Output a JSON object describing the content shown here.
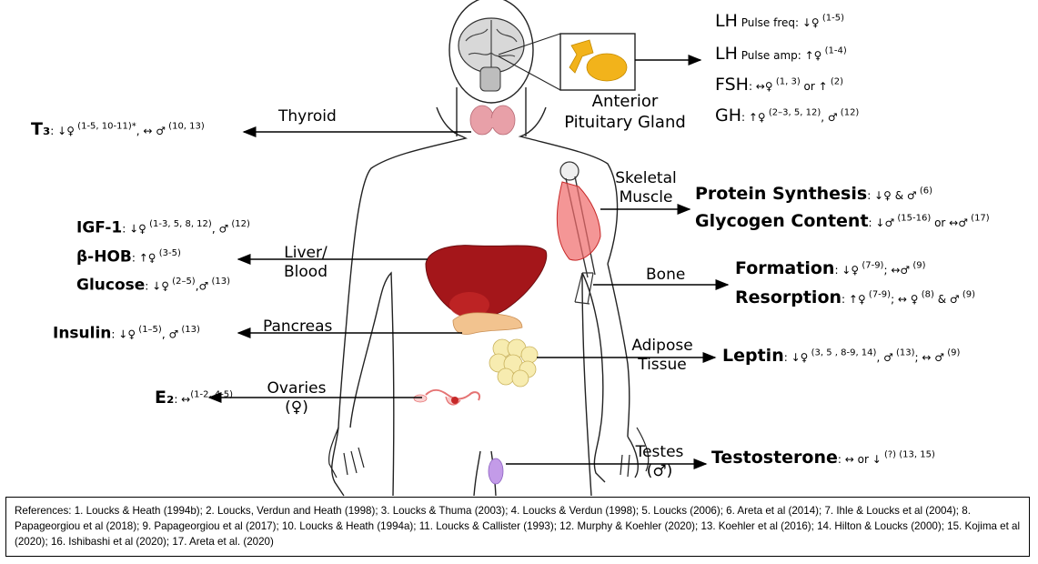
{
  "symbols": {
    "down": "↓",
    "up": "↑",
    "both": "↔",
    "female": "♀",
    "male": "♂"
  },
  "organs": {
    "pituitary": "Anterior\nPituitary Gland",
    "thyroid": "Thyroid",
    "skeletal_muscle": "Skeletal\nMuscle",
    "liver": "Liver/\nBlood",
    "bone": "Bone",
    "pancreas": "Pancreas",
    "adipose": "Adipose\nTissue",
    "ovaries": "Ovaries\n(♀)",
    "testes": "Testes\n(♂)"
  },
  "hormones": {
    "lh_freq": {
      "name": "LH",
      "desc": " Pulse freq: ↓♀",
      "refs": " (1-5)"
    },
    "lh_amp": {
      "name": "LH",
      "desc": " Pulse amp: ↑♀",
      "refs": " (1-4)"
    },
    "fsh": {
      "name": "FSH",
      "t1": ": ↔♀",
      "r1": " (1, 3)",
      "t2": " or ↑",
      "r2": " (2)"
    },
    "gh": {
      "name": "GH",
      "t1": ": ↑♀",
      "r1": " (2–3, 5, 12)",
      "t2": ", ♂",
      "r2": " (12)"
    },
    "t3": {
      "name": "T₃",
      "t1": ": ↓♀",
      "r1": " (1-5, 10-11)*",
      "t2": ", ↔ ♂",
      "r2": " (10, 13)"
    },
    "protein": {
      "name": "Protein Synthesis",
      "t1": ": ↓♀ & ♂",
      "r1": " (6)"
    },
    "glycogen": {
      "name": "Glycogen Content",
      "t1": ": ↓♂",
      "r1": " (15-16)",
      "t2": " or ↔♂",
      "r2": " (17)"
    },
    "igf1": {
      "name": "IGF-1",
      "t1": ": ↓♀",
      "r1": " (1-3, 5, 8, 12)",
      "t2": ", ♂",
      "r2": " (12)"
    },
    "bhob": {
      "name": "β-HOB",
      "t1": ": ↑♀",
      "r1": " (3-5)"
    },
    "glucose": {
      "name": "Glucose",
      "t1": ": ↓♀",
      "r1": " (2–5)",
      "t2": ",♂",
      "r2": " (13)"
    },
    "formation": {
      "name": "Formation",
      "t1": ": ↓♀",
      "r1": " (7-9)",
      "t2": "; ↔♂",
      "r2": " (9)"
    },
    "resorption": {
      "name": "Resorption",
      "t1": ": ↑♀",
      "r1": " (7-9)",
      "t2": "; ↔ ♀",
      "r2": " (8)",
      "t3": " & ♂",
      "r3": " (9)"
    },
    "insulin": {
      "name": "Insulin",
      "t1": ": ↓♀",
      "r1": " (1–5)",
      "t2": ", ♂",
      "r2": " (13)"
    },
    "leptin": {
      "name": "Leptin",
      "t1": ": ↓♀",
      "r1": " (3, 5 , 8-9, 14)",
      "t2": ", ♂",
      "r2": " (13)",
      "t3": "; ↔ ♂",
      "r3": " (9)"
    },
    "e2": {
      "name": "E₂",
      "t1": ": ↔",
      "r1": "(1-2, 4-5)"
    },
    "testosterone": {
      "name": "Testosterone",
      "t1": ": ↔ or ↓",
      "r1": " (?) (13, 15)"
    }
  },
  "references": "References:  1. Loucks & Heath (1994b); 2. Loucks, Verdun and Heath (1998); 3. Loucks & Thuma (2003); 4. Loucks & Verdun (1998); 5. Loucks (2006); 6. Areta et al (2014); 7. Ihle & Loucks et al (2004); 8. Papageorgiou et al (2018); 9. Papageorgiou et al (2017); 10. Loucks & Heath (1994a); 11. Loucks & Callister (1993); 12. Murphy & Koehler (2020); 13. Koehler et al (2016); 14. Hilton & Loucks (2000); 15. Kojima et al (2020); 16. Ishibashi et al (2020); 17. Areta et al. (2020)",
  "colors": {
    "liver": "#a4161a",
    "pancreas": "#f2c38f",
    "thyroid": "#e8a0a8",
    "muscle": "#e53935",
    "adipose": "#f7ecb0",
    "pituitary": "#f2b31b",
    "testis": "#c39be8",
    "ovary": "#e57373"
  }
}
